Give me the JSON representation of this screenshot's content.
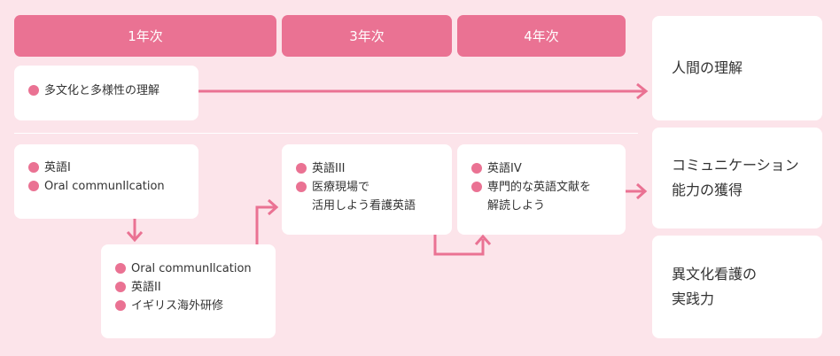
{
  "headers": {
    "year1": "1年次",
    "year3": "3年次",
    "year4": "4年次"
  },
  "row1": {
    "box": {
      "items": [
        "多文化と多様性の理解"
      ]
    },
    "outcome": "人間の理解"
  },
  "row2": {
    "box_year1": {
      "items": [
        "英語I",
        "Oral communIlcation"
      ]
    },
    "box_year2": {
      "items": [
        "Oral communIlcation",
        "英語II",
        "イギリス海外研修"
      ]
    },
    "box_year3": {
      "items": [
        "英語III",
        "医療現場で",
        "活用しよう看護英語"
      ]
    },
    "box_year4": {
      "items": [
        "英語IV",
        "専門的な英語文献を",
        "解読しよう"
      ]
    },
    "outcome_line1": "コミュニケーション",
    "outcome_line2": "能力の獲得"
  },
  "row3": {
    "outcome_line1": "異文化看護の",
    "outcome_line2": "実践力"
  },
  "colors": {
    "background": "#fce4ea",
    "accent": "#ea7293",
    "box": "#ffffff",
    "text": "#333333"
  }
}
